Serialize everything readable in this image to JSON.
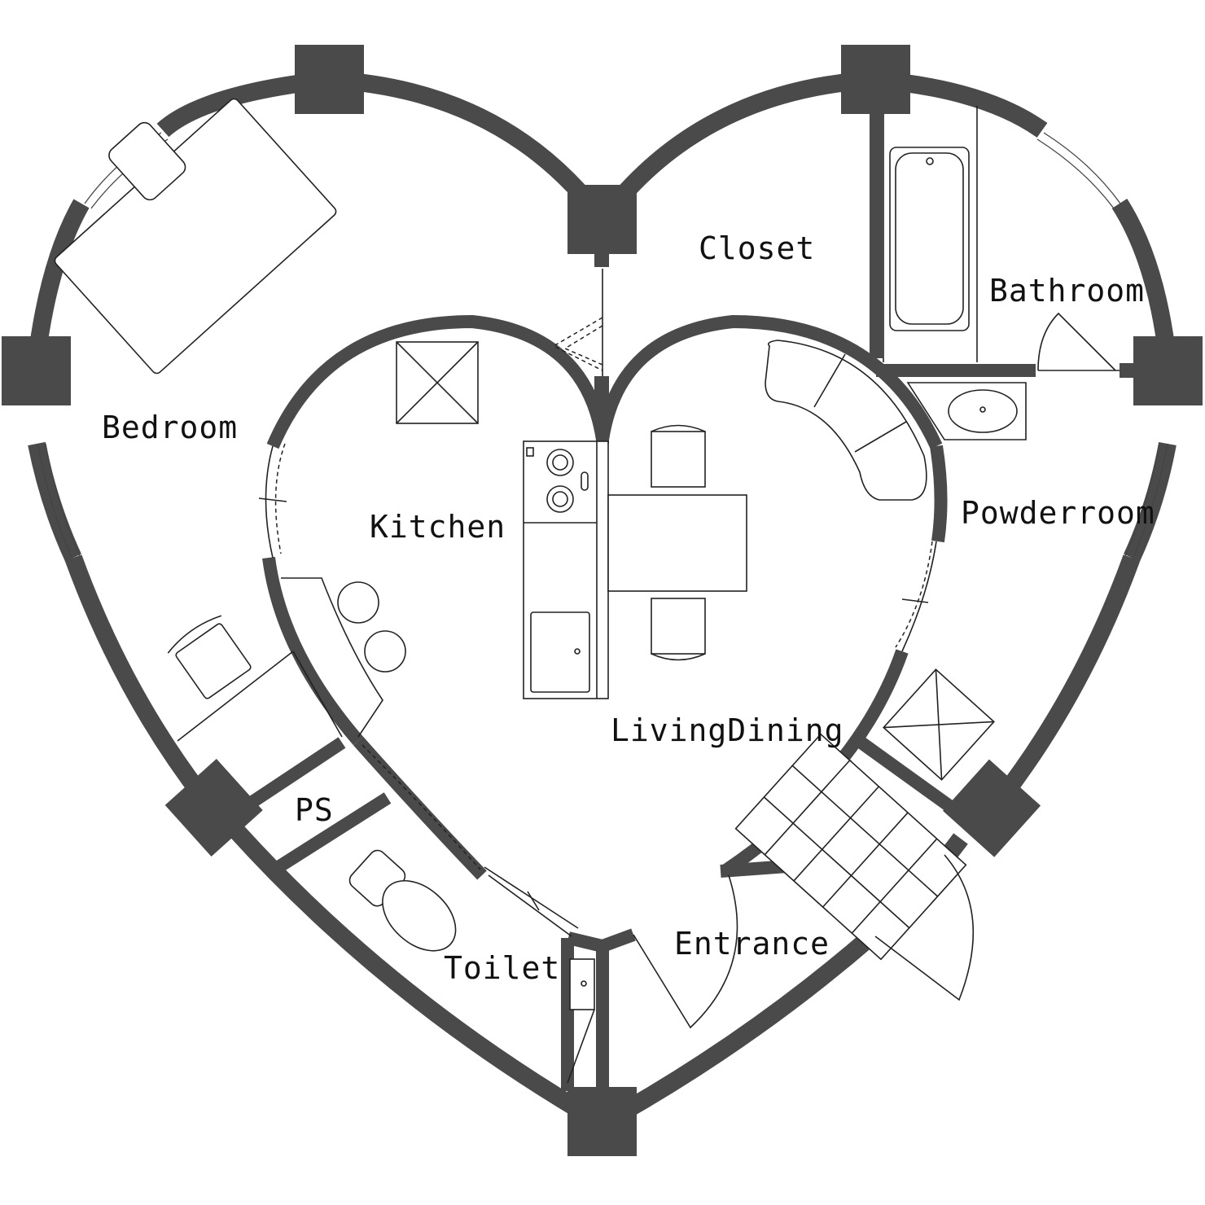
{
  "plan": {
    "rooms": {
      "closet": "Closet",
      "bathroom": "Bathroom",
      "bedroom": "Bedroom",
      "kitchen": "Kitchen",
      "powderroom": "Powderroom",
      "livingdining": "LivingDining",
      "ps": "PS",
      "entrance": "Entrance",
      "toilet": "Toilet"
    },
    "colors": {
      "wall": "#4a4a4a",
      "line": "#222222",
      "background": "#ffffff"
    }
  }
}
